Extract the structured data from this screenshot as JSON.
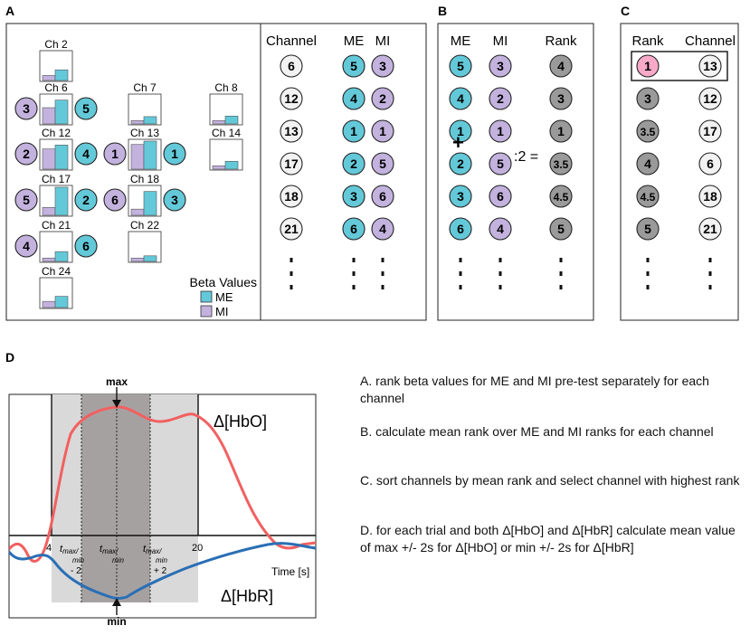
{
  "colors": {
    "me": "#63c9d9",
    "mi": "#c3b2de",
    "rank_gray": "#9a9a9a",
    "rank_light": "#eaeaea",
    "highlight": "#f7a9c7",
    "hbo": "#f26060",
    "hbr": "#2a6fb5",
    "window_light": "#d9d9d9",
    "window_dark": "#a6a1a1"
  },
  "panel_a": {
    "letter": "A",
    "channels": [
      {
        "label": "Ch 2",
        "me": 0.38,
        "mi": 0.18,
        "me_rank": "",
        "mi_rank": ""
      },
      {
        "label": "Ch 6",
        "me": 0.85,
        "mi": 0.58,
        "me_rank": "5",
        "mi_rank": "3"
      },
      {
        "label": "Ch 7",
        "me": 0.26,
        "mi": 0.12,
        "me_rank": "",
        "mi_rank": ""
      },
      {
        "label": "Ch 8",
        "me": 0.28,
        "mi": 0.12,
        "me_rank": "",
        "mi_rank": ""
      },
      {
        "label": "Ch 12",
        "me": 0.86,
        "mi": 0.72,
        "me_rank": "4",
        "mi_rank": "2"
      },
      {
        "label": "Ch 13",
        "me": 1.0,
        "mi": 0.88,
        "me_rank": "1",
        "mi_rank": "1"
      },
      {
        "label": "Ch 14",
        "me": 0.28,
        "mi": 0.12,
        "me_rank": "",
        "mi_rank": ""
      },
      {
        "label": "Ch 17",
        "me": 1.0,
        "mi": 0.28,
        "me_rank": "2",
        "mi_rank": "5"
      },
      {
        "label": "Ch 18",
        "me": 0.85,
        "mi": 0.22,
        "me_rank": "3",
        "mi_rank": "6"
      },
      {
        "label": "Ch 21",
        "me": 0.35,
        "mi": 0.12,
        "me_rank": "6",
        "mi_rank": "4"
      },
      {
        "label": "Ch 22",
        "me": 0.2,
        "mi": 0.12,
        "me_rank": "",
        "mi_rank": ""
      },
      {
        "label": "Ch 24",
        "me": 0.4,
        "mi": 0.22,
        "me_rank": "",
        "mi_rank": ""
      }
    ],
    "legend": {
      "title": "Beta Values",
      "me": "ME",
      "mi": "MI"
    },
    "table": {
      "headers": [
        "Channel",
        "ME",
        "MI"
      ],
      "rows": [
        [
          "6",
          "5",
          "3"
        ],
        [
          "12",
          "4",
          "2"
        ],
        [
          "13",
          "1",
          "1"
        ],
        [
          "17",
          "2",
          "5"
        ],
        [
          "18",
          "3",
          "6"
        ],
        [
          "21",
          "6",
          "4"
        ]
      ]
    }
  },
  "panel_b": {
    "letter": "B",
    "headers": [
      "ME",
      "MI",
      "Rank"
    ],
    "rows": [
      [
        "5",
        "3",
        "4"
      ],
      [
        "4",
        "2",
        "3"
      ],
      [
        "1",
        "1",
        "1"
      ],
      [
        "2",
        "5",
        "3.5"
      ],
      [
        "3",
        "6",
        "4.5"
      ],
      [
        "6",
        "4",
        "5"
      ]
    ],
    "plus": "+",
    "divide": ":2 ="
  },
  "panel_c": {
    "letter": "C",
    "headers": [
      "Rank",
      "Channel"
    ],
    "rows": [
      [
        "1",
        "13"
      ],
      [
        "3",
        "12"
      ],
      [
        "3.5",
        "17"
      ],
      [
        "4",
        "6"
      ],
      [
        "4.5",
        "18"
      ],
      [
        "5",
        "21"
      ]
    ]
  },
  "panel_d": {
    "letter": "D",
    "hbo_label": "Δ[HbO]",
    "hbr_label": "Δ[HbR]",
    "max_label": "max",
    "min_label": "min",
    "time_axis": "Time [s]",
    "tick_start": "4",
    "tick_end": "20",
    "window_minus": "- 2",
    "window_plus": "+ 2",
    "t_label": "t",
    "t_sub": "max/",
    "t_sub2": "min"
  },
  "captions": [
    "A. rank beta values for ME and MI pre-test separately for each channel",
    "B. calculate mean rank over ME and MI ranks for each channel",
    "C. sort channels by mean rank and select channel with highest rank",
    "D. for each trial and both Δ[HbO] and Δ[HbR] calculate mean value of max +/- 2s for Δ[HbO] or min +/- 2s for Δ[HbR]"
  ]
}
